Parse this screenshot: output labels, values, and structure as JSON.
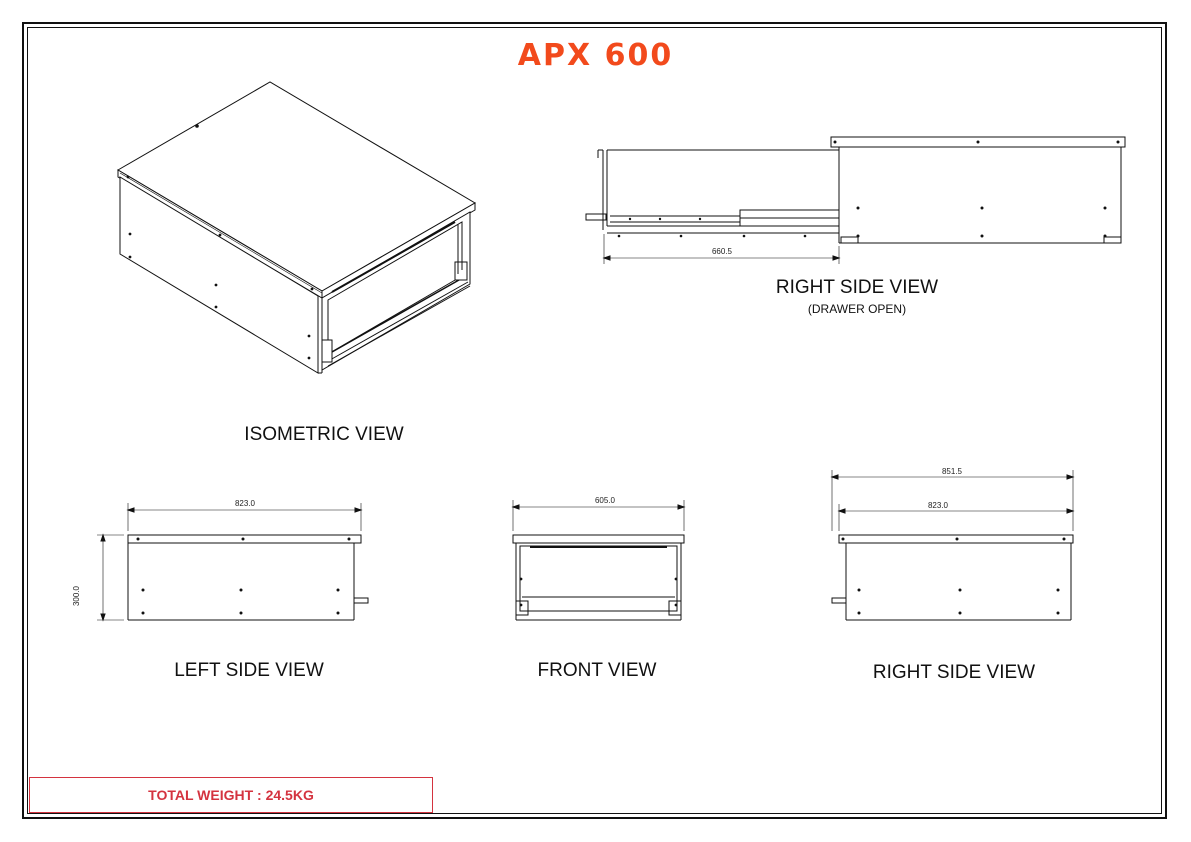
{
  "title": "APX 600",
  "views": {
    "isometric": {
      "label": "ISOMETRIC VIEW"
    },
    "right_side_open": {
      "label": "RIGHT SIDE VIEW",
      "sublabel": "(DRAWER OPEN)",
      "dimension": "660.5"
    },
    "left_side": {
      "label": "LEFT SIDE VIEW",
      "dimension_width": "823.0",
      "dimension_height": "300.0"
    },
    "front": {
      "label": "FRONT VIEW",
      "dimension_width": "605.0"
    },
    "right_side": {
      "label": "RIGHT SIDE VIEW",
      "dimension_overall": "851.5",
      "dimension_body": "823.0"
    }
  },
  "weight": {
    "label": "TOTAL WEIGHT : 24.5KG"
  },
  "colors": {
    "title": "#f24a1c",
    "weight": "#d4333f",
    "line": "#111111"
  }
}
